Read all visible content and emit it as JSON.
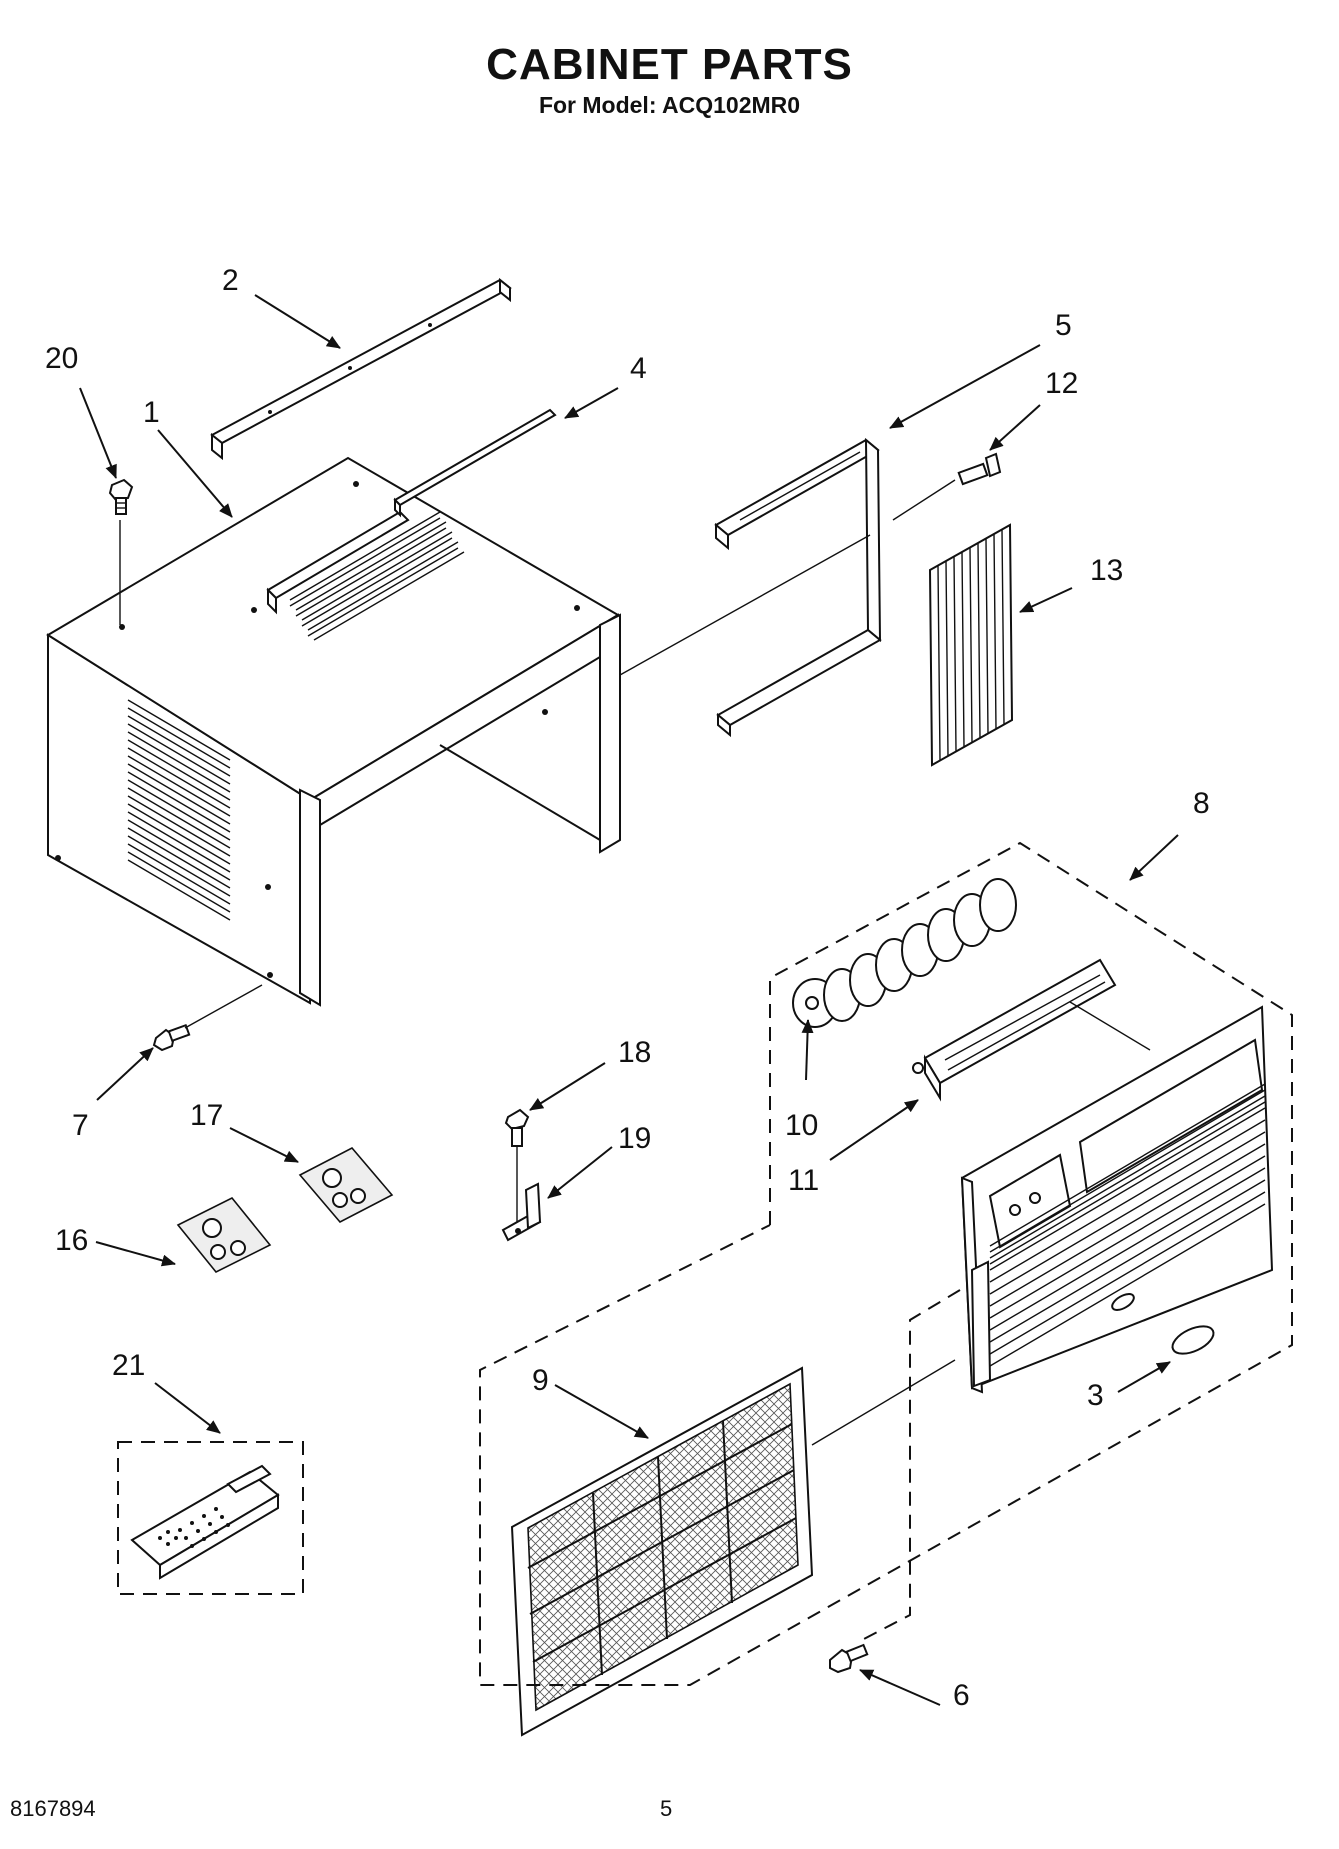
{
  "header": {
    "title": "CABINET PARTS",
    "subtitle": "For Model: ACQ102MR0"
  },
  "callouts": [
    "1",
    "2",
    "3",
    "4",
    "5",
    "6",
    "7",
    "8",
    "9",
    "10",
    "11",
    "12",
    "13",
    "16",
    "17",
    "18",
    "19",
    "20",
    "21"
  ],
  "footer": {
    "document_number": "8167894",
    "page_number": "5"
  }
}
